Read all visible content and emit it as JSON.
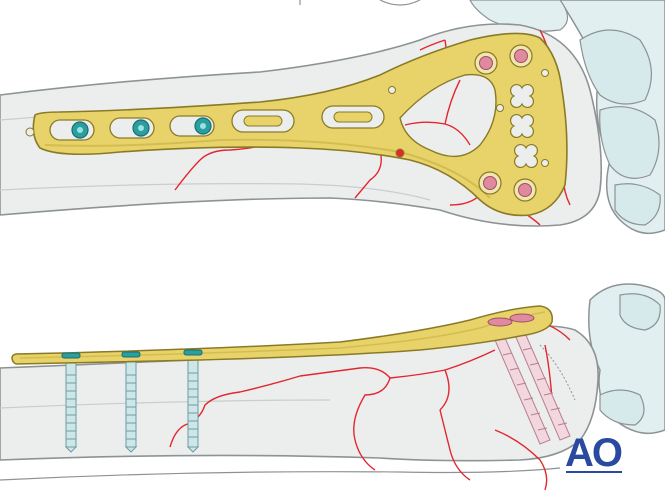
{
  "illustration": {
    "top_view": {
      "plate_color": "#e8d36a",
      "plate_outline": "#8a7a25",
      "cortical_screws": 3,
      "locking_screws": 4,
      "combi_holes": 2,
      "locking_holes_empty": 3
    },
    "side_view": {
      "plate_color": "#e8d36a",
      "cortical_screws": 3,
      "locking_screws": 2
    },
    "colors": {
      "bone_fill": "#eceeee",
      "bone_outline": "#8d9394",
      "bone_shade": "#dcdfe0",
      "fracture_line": "#e4272f",
      "cortical_head": "#2a9fa0",
      "locking_head": "#e08aa0",
      "screw_shaft": "#cfe6e8",
      "carpal_fill": "#e1eff0",
      "logo": "#2a4aa0"
    }
  },
  "logo": {
    "text": "AO"
  }
}
